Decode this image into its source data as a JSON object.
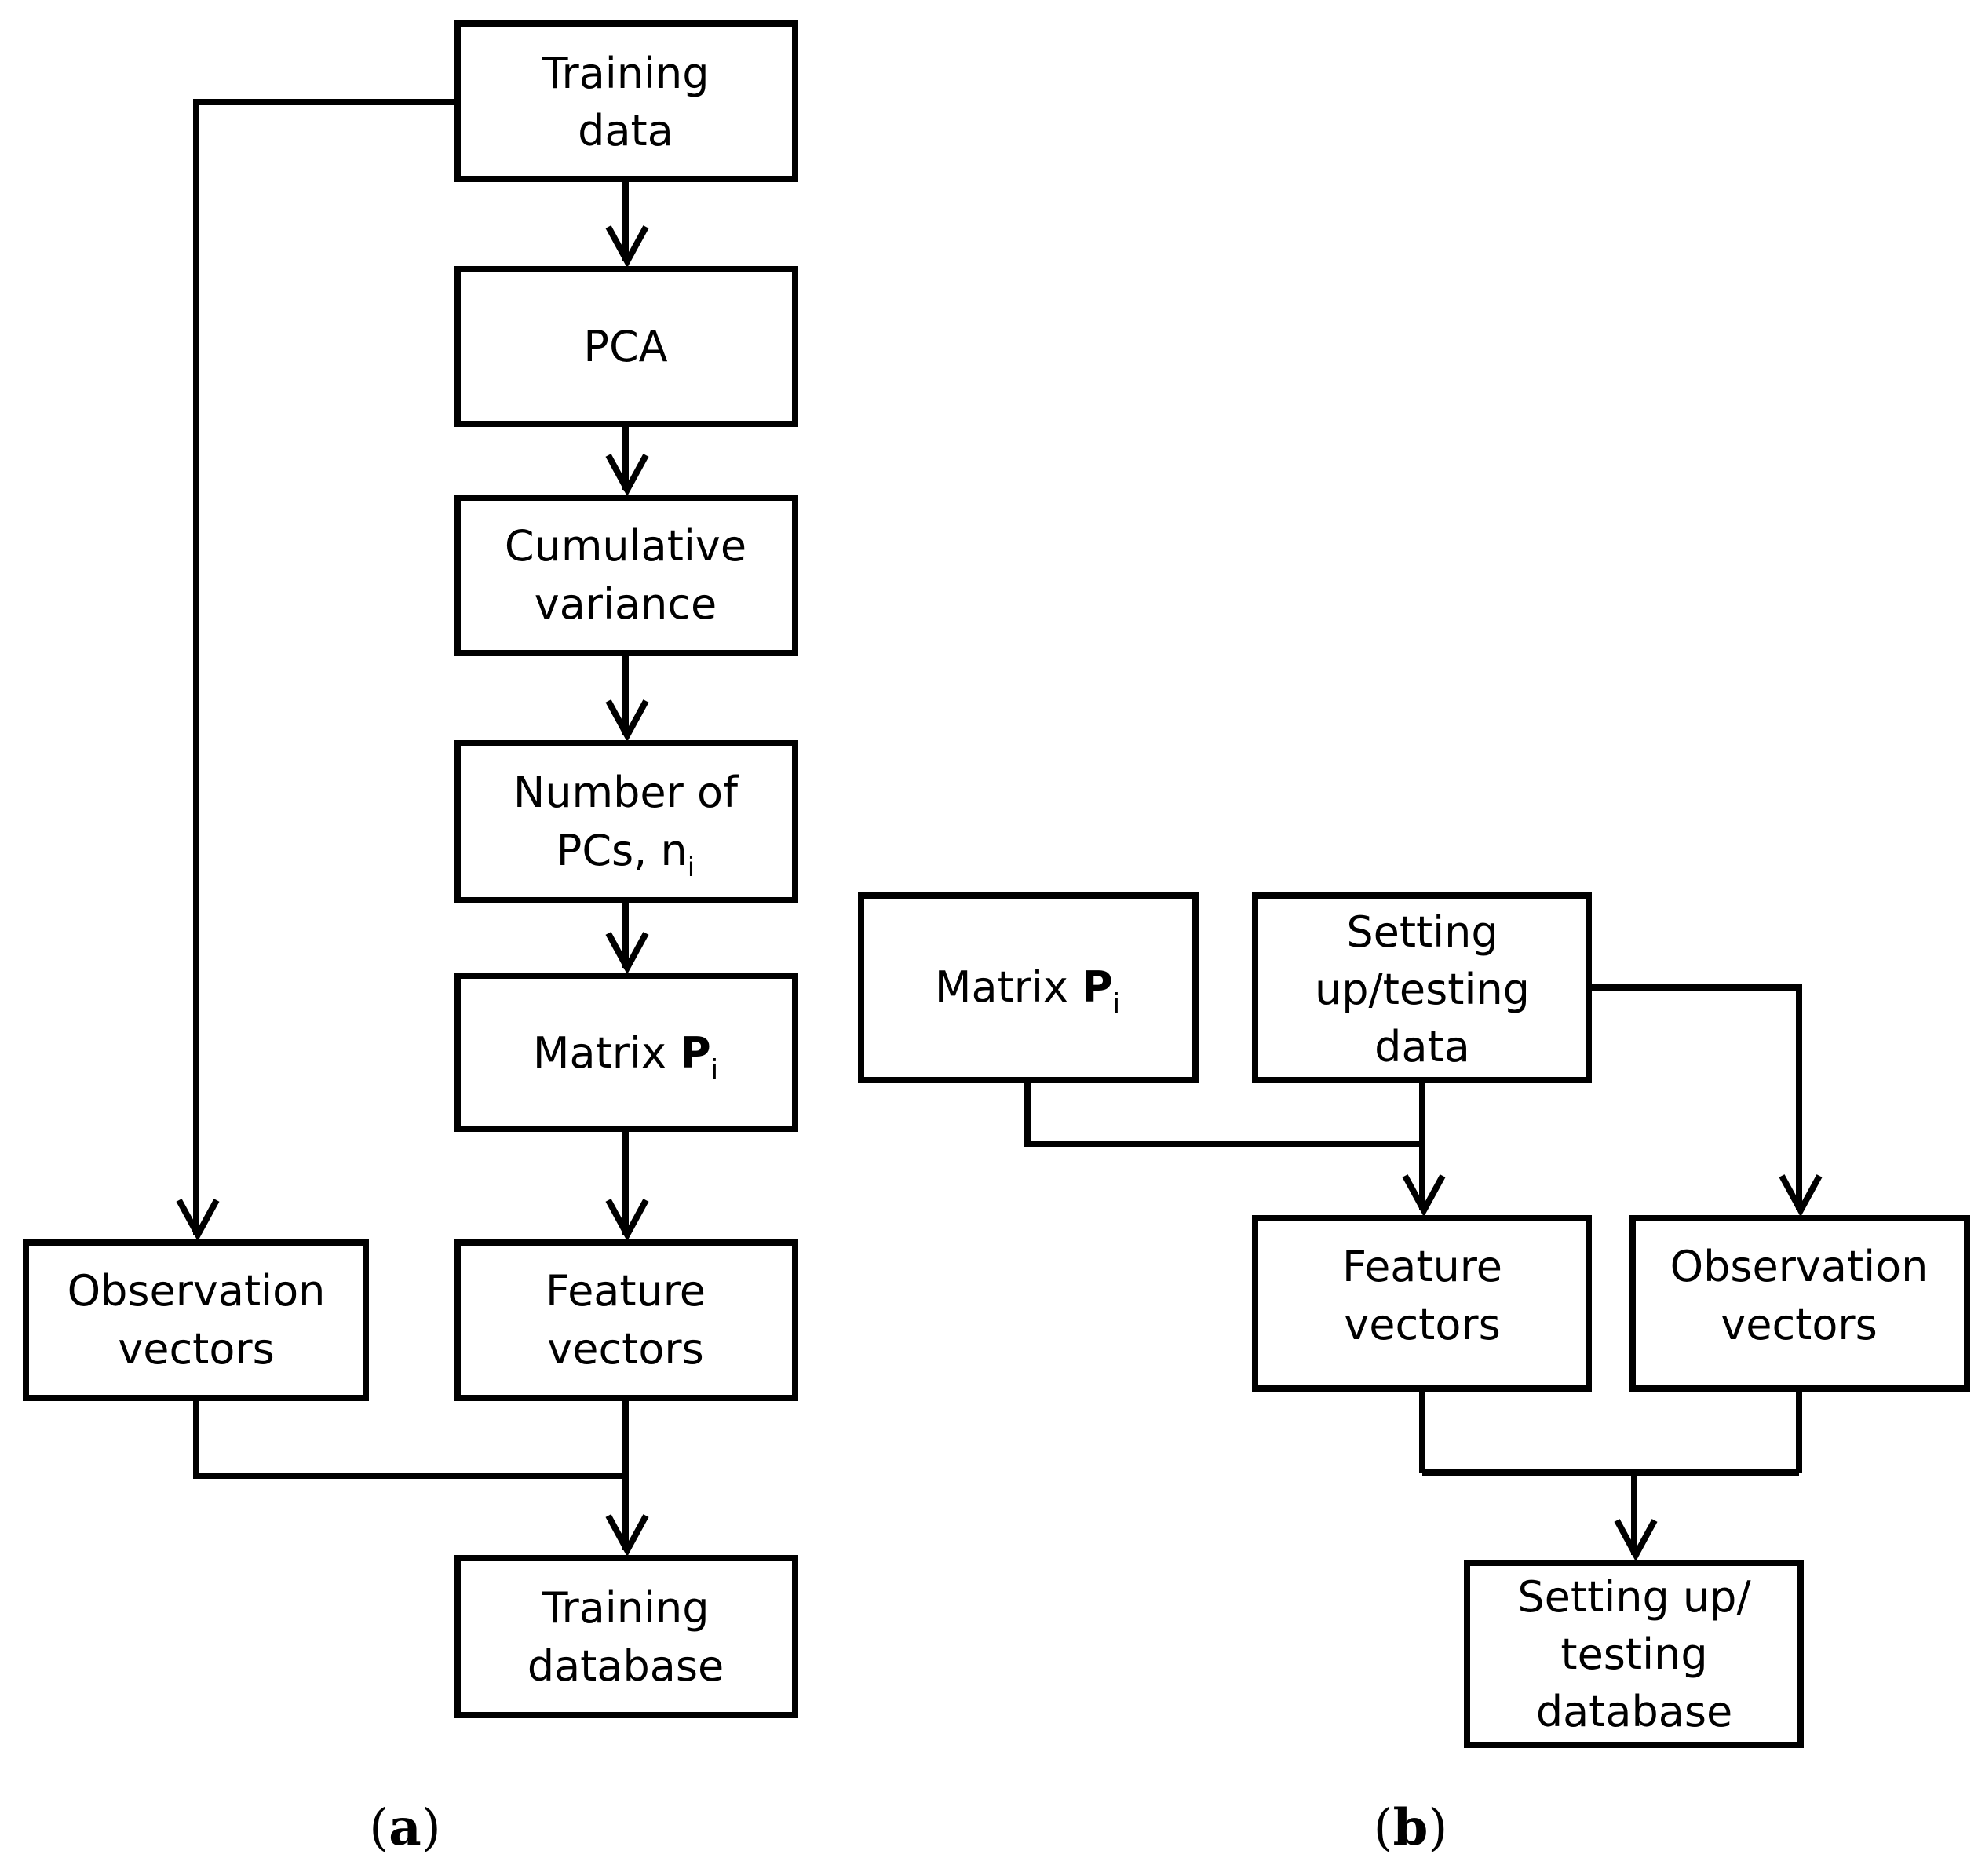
{
  "panel_a": {
    "label_open": "(",
    "label_letter": "a",
    "label_close": ")",
    "training_data": {
      "line1": "Training",
      "line2": "data"
    },
    "pca": {
      "line1": "PCA"
    },
    "cumulative_variance": {
      "line1": "Cumulative",
      "line2": "variance"
    },
    "number_of_pcs": {
      "line1": "Number of",
      "line2_main": "PCs, n",
      "line2_sub": "i"
    },
    "matrix": {
      "prefix": "Matrix ",
      "bold": "P",
      "sub": "i"
    },
    "feature_vectors": {
      "line1": "Feature",
      "line2": "vectors"
    },
    "observation_vectors": {
      "line1": "Observation",
      "line2": "vectors"
    },
    "training_database": {
      "line1": "Training",
      "line2": "database"
    }
  },
  "panel_b": {
    "label_open": "(",
    "label_letter": "b",
    "label_close": ")",
    "matrix": {
      "prefix": "Matrix ",
      "bold": "P",
      "sub": "i"
    },
    "setting_data": {
      "line1": "Setting",
      "line2": "up/testing",
      "line3": "data"
    },
    "feature_vectors": {
      "line1": "Feature",
      "line2": "vectors"
    },
    "observation_vectors": {
      "line1": "Observation",
      "line2": "vectors"
    },
    "setting_database": {
      "line1": "Setting up/",
      "line2": "testing",
      "line3": "database"
    }
  }
}
